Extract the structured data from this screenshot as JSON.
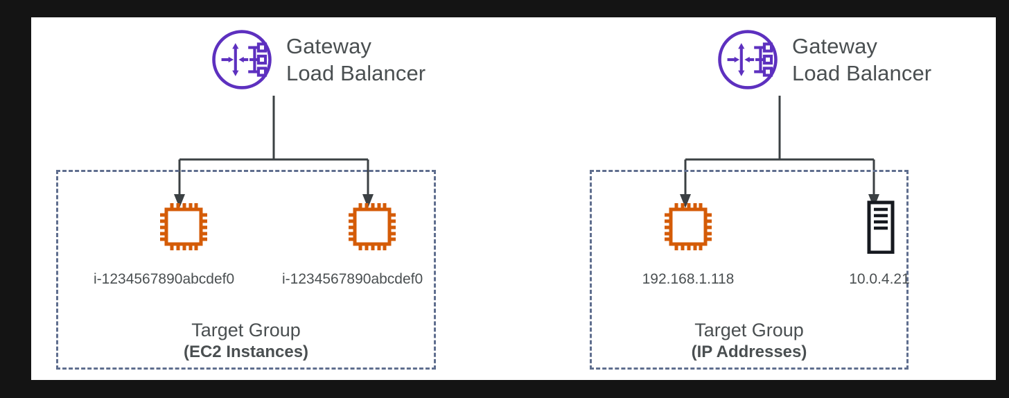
{
  "canvas": {
    "background_color": "#ffffff",
    "page_background_color": "#141414"
  },
  "colors": {
    "load_balancer_purple": "#5d30bf",
    "ec2_orange": "#d45b07",
    "server_black": "#16191f",
    "dashed_border_blue": "#5f6e8e",
    "text_gray": "#4a4f51",
    "connector_gray": "#3b4043"
  },
  "panels": [
    {
      "id": "ec2-panel",
      "load_balancer": {
        "icon": "gateway-load-balancer-icon",
        "title_line1": "Gateway",
        "title_line2": "Load Balancer"
      },
      "target_group": {
        "caption_line1": "Target Group",
        "caption_line2": "(EC2 Instances)",
        "targets": [
          {
            "icon": "ec2-instance-icon",
            "label": "i-1234567890abcdef0"
          },
          {
            "icon": "ec2-instance-icon",
            "label": "i-1234567890abcdef0"
          }
        ]
      }
    },
    {
      "id": "ip-panel",
      "load_balancer": {
        "icon": "gateway-load-balancer-icon",
        "title_line1": "Gateway",
        "title_line2": "Load Balancer"
      },
      "target_group": {
        "caption_line1": "Target Group",
        "caption_line2": "(IP Addresses)",
        "targets": [
          {
            "icon": "ec2-instance-icon",
            "label": "192.168.1.118"
          },
          {
            "icon": "server-icon",
            "label": "10.0.4.21"
          }
        ]
      }
    }
  ]
}
